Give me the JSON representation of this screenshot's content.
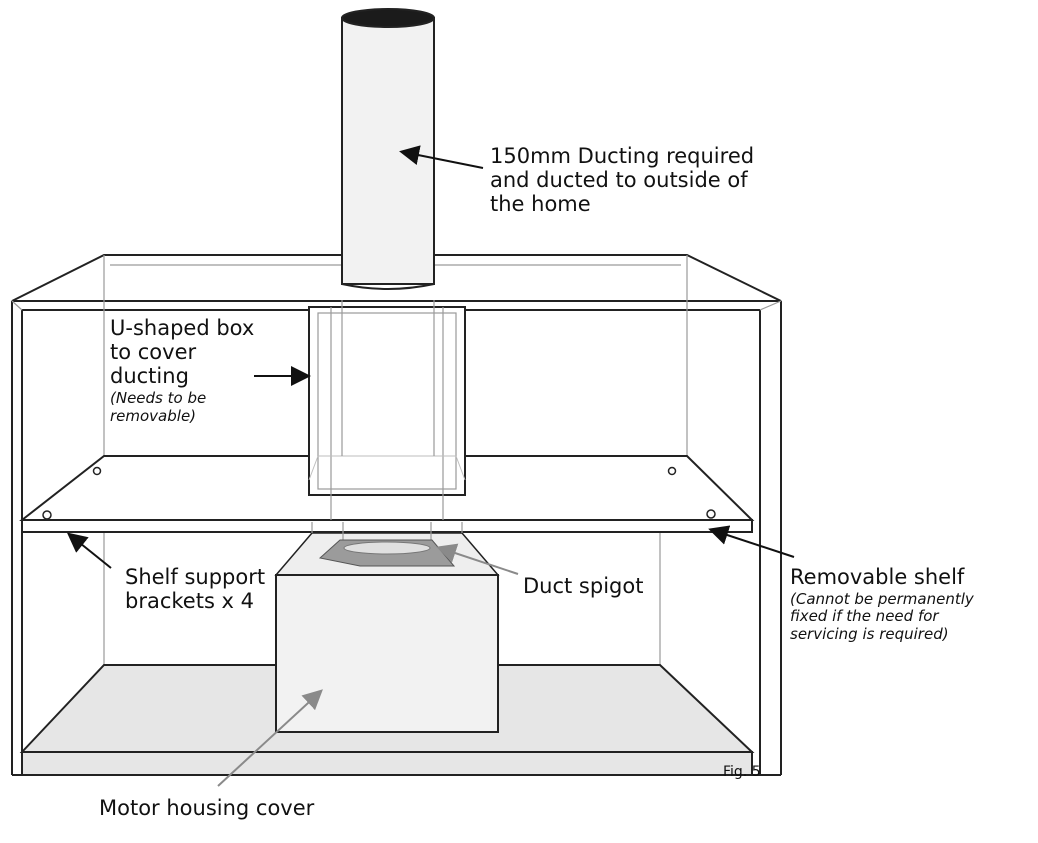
{
  "annotations": {
    "ducting": [
      "150mm Ducting required",
      "and ducted to outside of",
      "the home"
    ],
    "u_shaped_box": {
      "lines": [
        "U-shaped box",
        "to cover",
        "ducting"
      ],
      "note_lines": [
        "(Needs to be",
        "removable)"
      ]
    },
    "shelf_support": [
      "Shelf support",
      "brackets x 4"
    ],
    "duct_spigot": "Duct spigot",
    "removable_shelf": {
      "title": "Removable shelf",
      "note_lines": [
        "(Cannot be permanently",
        "fixed if the need for",
        "servicing is required)"
      ]
    },
    "motor_housing": "Motor housing cover"
  },
  "figure_label": "Fig. 5",
  "colors": {
    "line": "#222222",
    "light_line": "#9a9a9a",
    "box_fill": "#f2f2f2",
    "floor_fill": "#e6e6e6",
    "spigot_fill": "#9b9b9b",
    "arrow_black": "#111111",
    "arrow_grey": "#8a8a8a"
  }
}
